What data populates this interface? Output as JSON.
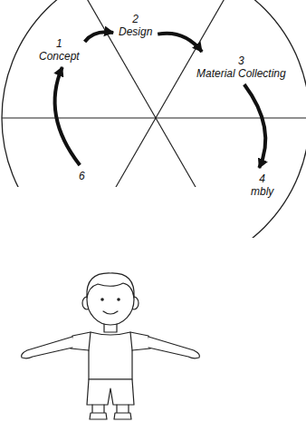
{
  "diagram": {
    "nodes": [
      {
        "text": [
          "1",
          "Concept"
        ]
      },
      {
        "text": [
          "2",
          "Design"
        ]
      },
      {
        "text": [
          "3",
          "Material Collecting"
        ]
      },
      {
        "text": [
          "4",
          "mbly"
        ]
      },
      {
        "text": [
          "6"
        ]
      }
    ],
    "edges": [
      {
        "from": 4,
        "to": 0,
        "arrow": "to"
      },
      {
        "from": 0,
        "to": 1,
        "arrow": "to"
      },
      {
        "from": 1,
        "to": 2,
        "arrow": "to"
      },
      {
        "from": 2,
        "to": 3,
        "arrow": "to"
      }
    ]
  }
}
